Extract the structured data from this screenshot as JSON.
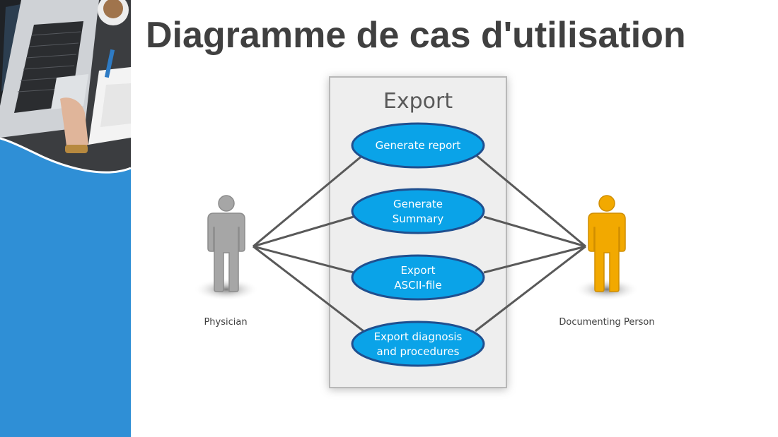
{
  "slide": {
    "title": "Diagramme de cas d'utilisation"
  },
  "colors": {
    "sidebar": "#2f8fd6",
    "title": "#404040",
    "system_box_fill": "#eeeeee",
    "system_box_stroke": "#b8b8b8",
    "use_case_fill": "#0aa3e8",
    "use_case_stroke": "#1f4f8f",
    "use_case_text": "#ffffff",
    "physician_actor": "#a6a6a6",
    "documenting_actor": "#f2a900",
    "association_line": "#595959"
  },
  "diagram": {
    "system_label": "Export",
    "use_cases": [
      {
        "id": "generate-report",
        "lines": [
          "Generate report"
        ]
      },
      {
        "id": "generate-summary",
        "lines": [
          "Generate",
          "Summary"
        ]
      },
      {
        "id": "export-ascii",
        "lines": [
          "Export",
          "ASCII-file"
        ]
      },
      {
        "id": "export-diagnosis",
        "lines": [
          "Export diagnosis",
          "and procedures"
        ]
      }
    ],
    "actors": [
      {
        "id": "physician",
        "label": "Physician",
        "icon": "person-icon"
      },
      {
        "id": "documenting-person",
        "label": "Documenting Person",
        "icon": "person-icon"
      }
    ],
    "associations": [
      [
        "physician",
        "generate-report"
      ],
      [
        "physician",
        "generate-summary"
      ],
      [
        "physician",
        "export-ascii"
      ],
      [
        "physician",
        "export-diagnosis"
      ],
      [
        "documenting-person",
        "generate-report"
      ],
      [
        "documenting-person",
        "generate-summary"
      ],
      [
        "documenting-person",
        "export-ascii"
      ],
      [
        "documenting-person",
        "export-diagnosis"
      ]
    ]
  }
}
